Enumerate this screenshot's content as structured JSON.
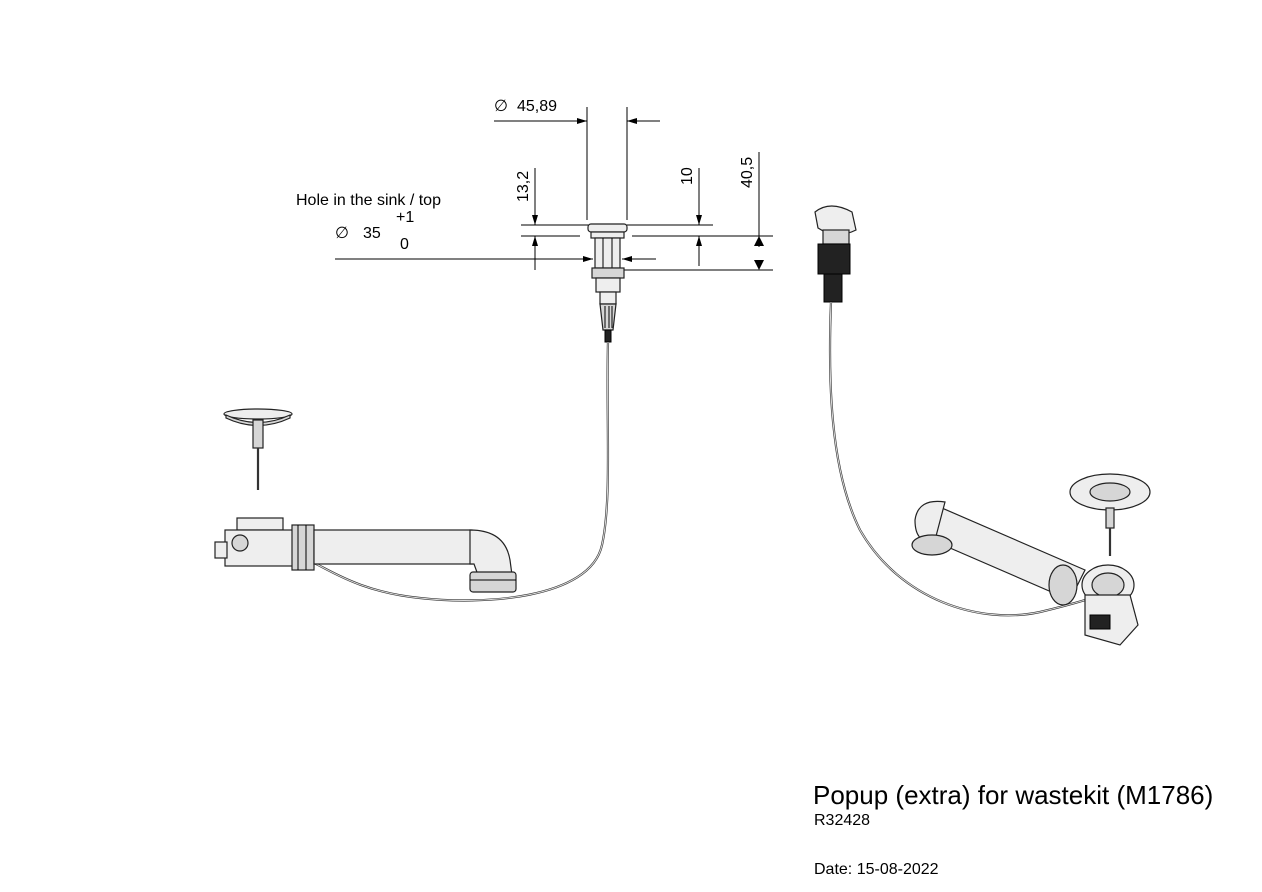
{
  "dimensions": {
    "flange_diameter": "45,89",
    "height_13": "13,2",
    "height_10": "10",
    "height_40": "40,5",
    "hole_label": "Hole in the sink / top",
    "hole_diameter": "35",
    "hole_tol_plus": "+1",
    "hole_tol_minus": "0",
    "diameter_symbol": "∅"
  },
  "title_block": {
    "title": "Popup (extra) for wastekit (M1786)",
    "code": "R32428",
    "date": "Date: 15-08-2022"
  }
}
